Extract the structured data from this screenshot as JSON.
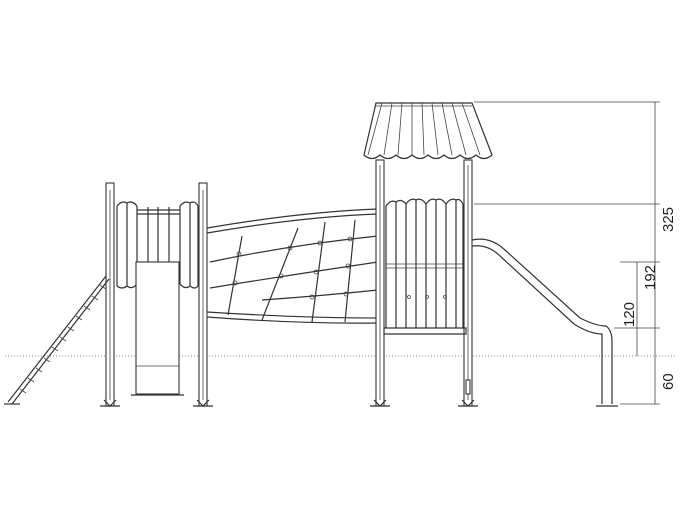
{
  "dimensions": {
    "roof_height": "325",
    "upper_platform_height": "192",
    "lower_platform_height": "120",
    "foundation_depth": "60"
  },
  "colors": {
    "line": "#333333",
    "ground": "#888888",
    "background": "#ffffff"
  }
}
